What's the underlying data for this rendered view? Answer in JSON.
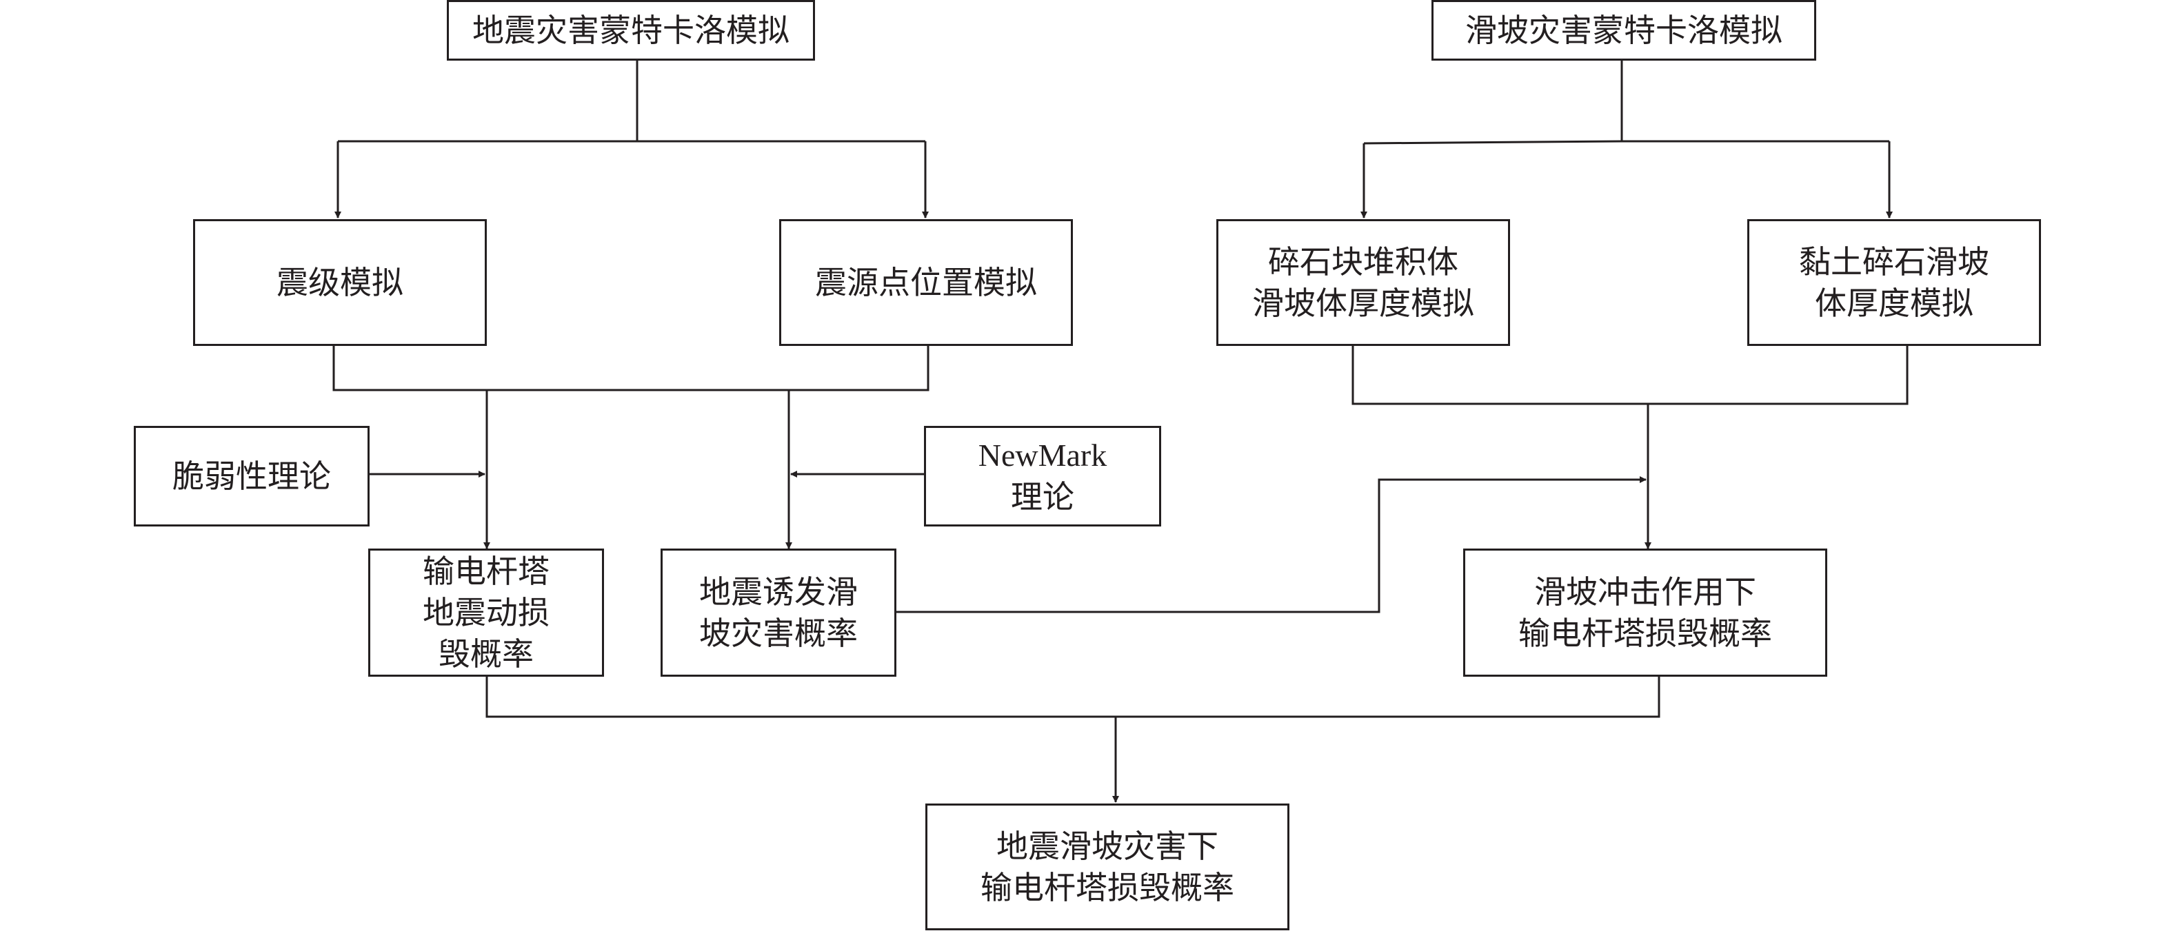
{
  "diagram": {
    "nodes": {
      "eq_mc": {
        "lines": [
          "地震灾害蒙特卡洛模拟"
        ]
      },
      "ls_mc": {
        "lines": [
          "滑坡灾害蒙特卡洛模拟"
        ]
      },
      "mag": {
        "lines": [
          "震级模拟"
        ]
      },
      "src": {
        "lines": [
          "震源点位置模拟"
        ]
      },
      "gravel": {
        "lines": [
          "碎石块堆积体",
          "滑坡体厚度模拟"
        ]
      },
      "clay": {
        "lines": [
          "黏土碎石滑坡",
          "体厚度模拟"
        ]
      },
      "fragility": {
        "lines": [
          "脆弱性理论"
        ]
      },
      "newmark": {
        "lines": [
          "NewMark",
          "理论"
        ]
      },
      "tower_eq": {
        "lines": [
          "输电杆塔",
          "地震动损",
          "毁概率"
        ]
      },
      "eq_ls": {
        "lines": [
          "地震诱发滑",
          "坡灾害概率"
        ]
      },
      "tower_ls": {
        "lines": [
          "滑坡冲击作用下",
          "输电杆塔损毁概率"
        ]
      },
      "final": {
        "lines": [
          "地震滑坡灾害下",
          "输电杆塔损毁概率"
        ]
      }
    }
  }
}
